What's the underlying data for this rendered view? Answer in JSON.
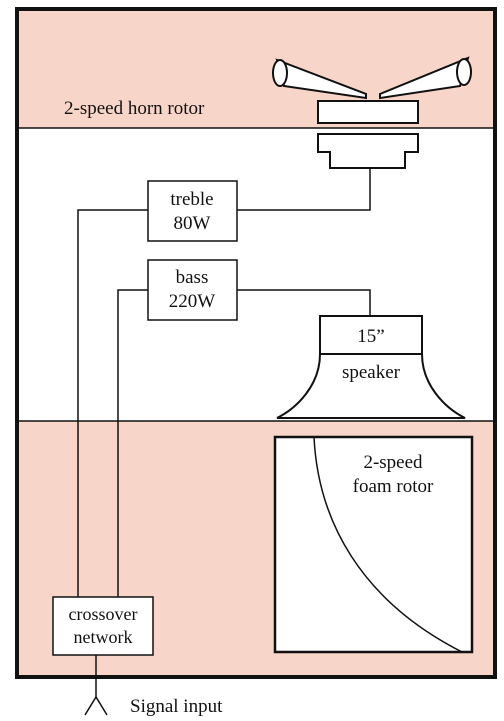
{
  "diagram": {
    "horn_rotor_label": "2-speed horn rotor",
    "treble_amp": {
      "line1": "treble",
      "line2": "80W"
    },
    "bass_amp": {
      "line1": "bass",
      "line2": "220W"
    },
    "speaker": {
      "size": "15”",
      "label": "speaker"
    },
    "foam_rotor": {
      "line1": "2-speed",
      "line2": "foam rotor"
    },
    "crossover": {
      "line1": "crossover",
      "line2": "network"
    },
    "signal_input_label": "Signal input",
    "colors": {
      "section_fill": "#f7d5c9",
      "stroke": "#111111",
      "background": "#ffffff"
    }
  }
}
